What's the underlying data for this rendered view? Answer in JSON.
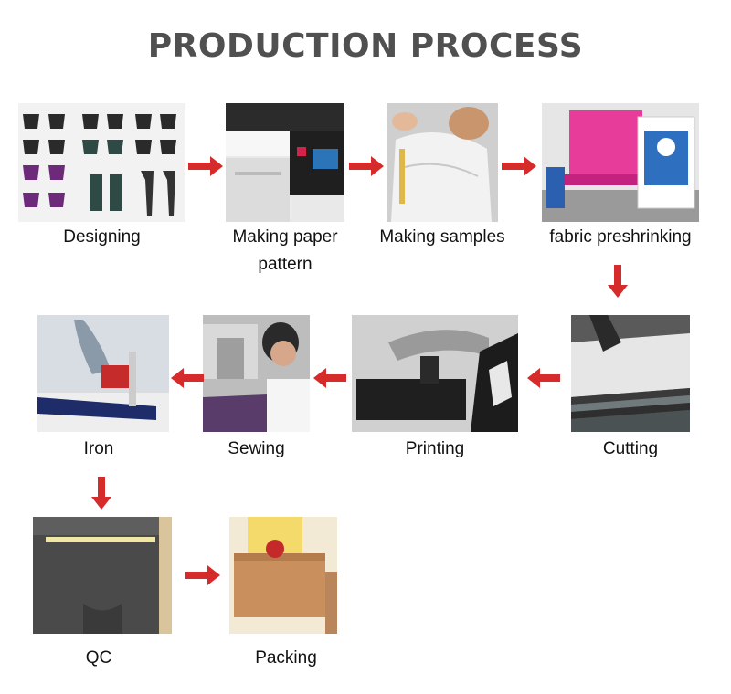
{
  "title": "PRODUCTION PROCESS",
  "colors": {
    "arrow": "#d62b2b",
    "title": "#505050"
  },
  "steps": [
    {
      "id": "designing",
      "label": "Designing",
      "label_line2": "",
      "photo": "sports-bra-designs"
    },
    {
      "id": "paper-pattern",
      "label": "Making paper",
      "label_line2": "pattern",
      "photo": "pattern-plotter"
    },
    {
      "id": "samples",
      "label": "Making samples",
      "label_line2": "",
      "photo": "measuring-sample"
    },
    {
      "id": "preshrinking",
      "label": "fabric preshrinking",
      "label_line2": "",
      "photo": "preshrink-machine"
    },
    {
      "id": "cutting",
      "label": "Cutting",
      "label_line2": "",
      "photo": "fabric-cutting"
    },
    {
      "id": "printing",
      "label": "Printing",
      "label_line2": "",
      "photo": "heat-press"
    },
    {
      "id": "sewing",
      "label": "Sewing",
      "label_line2": "",
      "photo": "sewing-machine"
    },
    {
      "id": "iron",
      "label": "Iron",
      "label_line2": "",
      "photo": "steam-iron"
    },
    {
      "id": "qc",
      "label": "QC",
      "label_line2": "",
      "photo": "measuring-waist"
    },
    {
      "id": "packing",
      "label": "Packing",
      "label_line2": "",
      "photo": "taping-box"
    }
  ]
}
